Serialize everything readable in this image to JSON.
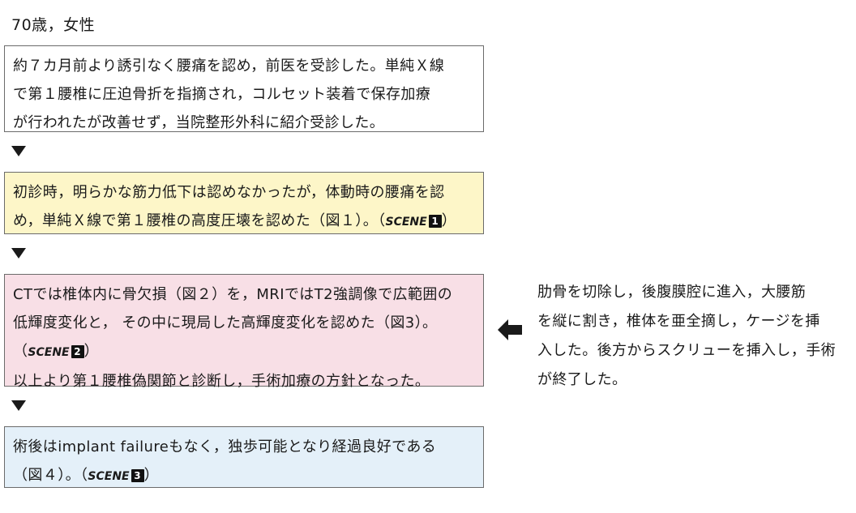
{
  "patient": "70歳，女性",
  "box1": {
    "lines": [
      "約７カ月前より誘引なく腰痛を認め，前医を受診した。単純Ｘ線",
      "で第１腰椎に圧迫骨折を指摘され，コルセット装着で保存加療",
      "が行われたが改善せず，当院整形外科に紹介受診した。"
    ]
  },
  "box2": {
    "line1": "初診時，明らかな筋力低下は認めなかったが，体動時の腰痛を認",
    "line2": "め，単純Ｘ線で第１腰椎の高度圧壊を認めた（図１）。",
    "scene_prefix": "（",
    "scene_word": "SCENE",
    "scene_num": "1",
    "scene_suffix": "）"
  },
  "box3": {
    "line1": "CTでは椎体内に骨欠損（図２）を，MRIではT2強調像で広範囲の",
    "line2": "低輝度変化と，  その中に現局した高輝度変化を認めた（図3）。",
    "scene_prefix": "（",
    "scene_word": "SCENE",
    "scene_num": "2",
    "scene_suffix": "）",
    "line4": "以上より第１腰椎偽関節と診断し，手術加療の方針となった。"
  },
  "box4": {
    "line1": "術後はimplant  failureもなく，独歩可能となり経過良好である",
    "line2": "（図４）。",
    "scene_prefix": "（",
    "scene_word": "SCENE",
    "scene_num": "3",
    "scene_suffix": "）"
  },
  "side_note": {
    "lines": [
      "肋骨を切除し，後腹膜腔に進入，大腰筋",
      "を縦に割き，椎体を亜全摘し，ケージを挿",
      "入した。後方からスクリューを挿入し，手術",
      "が終了した。"
    ]
  },
  "colors": {
    "box2_bg": "#fdf6c8",
    "box3_bg": "#f8dfe6",
    "box4_bg": "#e4f0f9",
    "border": "#6b6b6b",
    "arrow": "#1a1a1a"
  },
  "icons": {
    "flow_arrow": "down-triangle-icon",
    "side_arrow": "left-arrow-icon",
    "scene_badge": "number-badge-icon"
  }
}
